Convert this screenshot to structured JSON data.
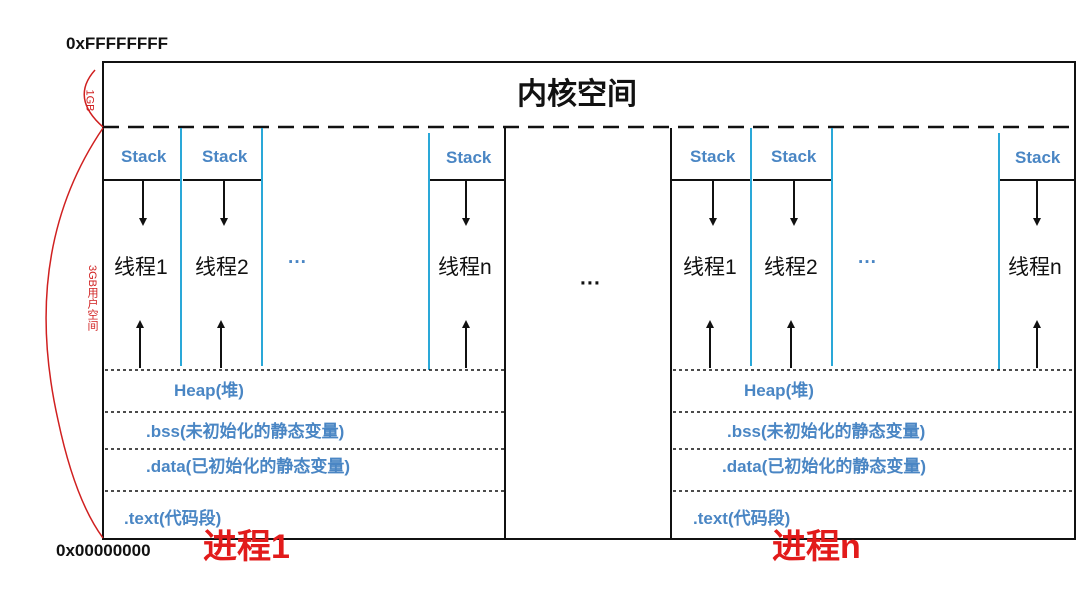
{
  "addresses": {
    "top": "0xFFFFFFFF",
    "bottom": "0x00000000"
  },
  "kernel_label": "内核空间",
  "brace_labels": {
    "kernel": "1GB",
    "user": "3GB用户空间"
  },
  "middle_ellipsis": "···",
  "colors": {
    "line": "#111111",
    "accent_blue": "#2aa8d8",
    "text_blue": "#4a86c4",
    "red": "#e21a1a",
    "brace_red": "#d02020"
  },
  "processes": [
    {
      "label": "进程1",
      "stacks": [
        "Stack",
        "Stack",
        "Stack"
      ],
      "threads": [
        "线程1",
        "线程2",
        "线程n"
      ],
      "thread_ellipsis": "···",
      "segments": {
        "heap": "Heap(堆)",
        "bss": ".bss(未初始化的静态变量)",
        "data": ".data(已初始化的静态变量)",
        "text": ".text(代码段)"
      }
    },
    {
      "label": "进程n",
      "stacks": [
        "Stack",
        "Stack",
        "Stack"
      ],
      "threads": [
        "线程1",
        "线程2",
        "线程n"
      ],
      "thread_ellipsis": "···",
      "segments": {
        "heap": "Heap(堆)",
        "bss": ".bss(未初始化的静态变量)",
        "data": ".data(已初始化的静态变量)",
        "text": ".text(代码段)"
      }
    }
  ]
}
